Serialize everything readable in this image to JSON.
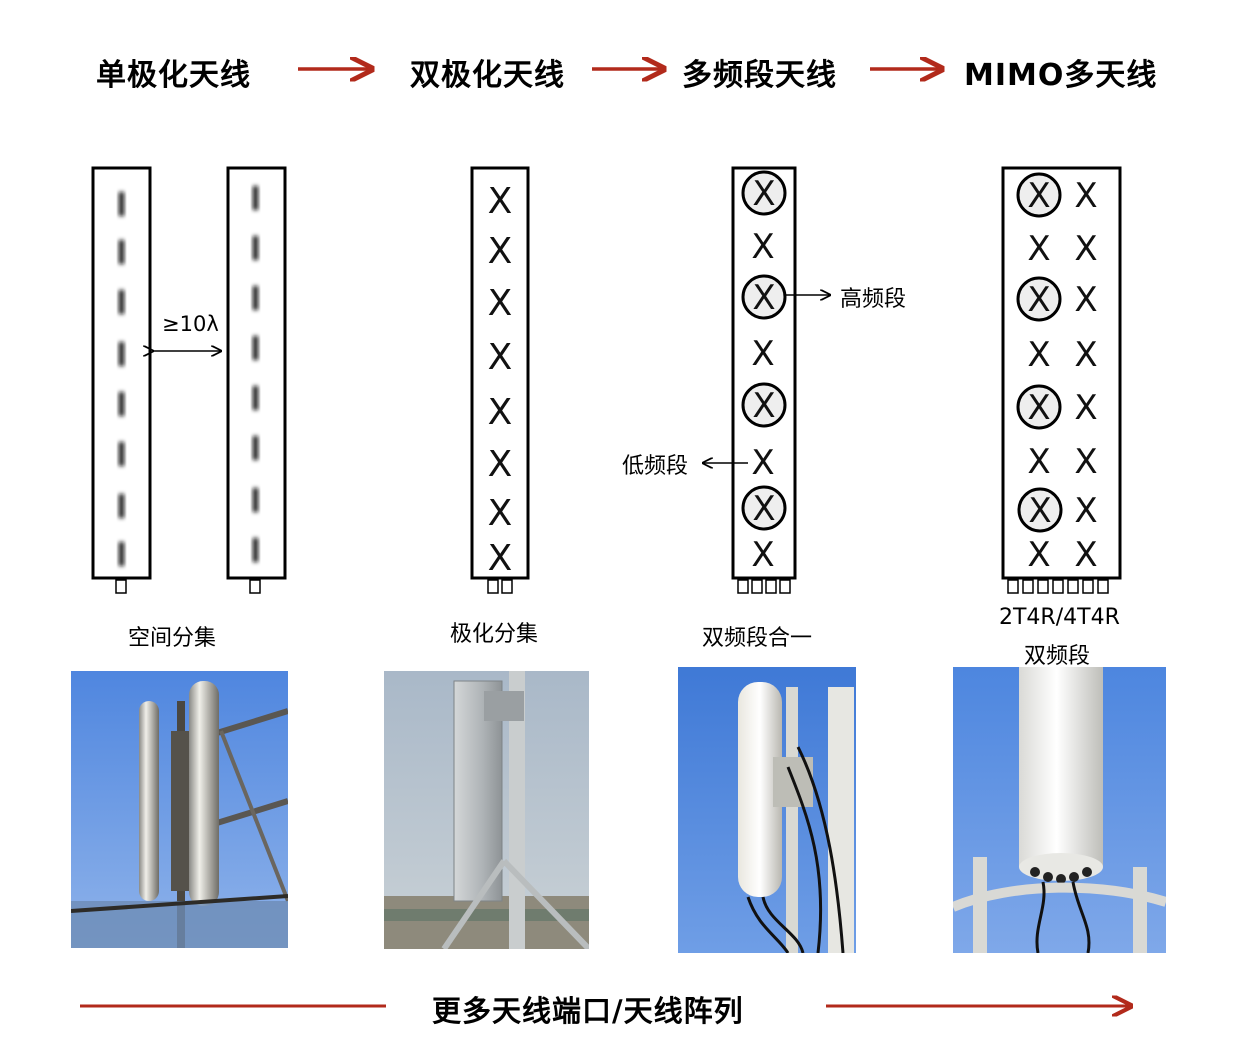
{
  "stages": [
    {
      "title": "单极化天线",
      "caption": "空间分集"
    },
    {
      "title": "双极化天线",
      "caption": "极化分集"
    },
    {
      "title": "多频段天线",
      "caption": "双频段合一"
    },
    {
      "title": "MIMO多天线",
      "caption_line1": "2T4R/4T4R",
      "caption_line2": "双频段"
    }
  ],
  "annotations": {
    "spacing": "≥10λ",
    "high_band": "高频段",
    "low_band": "低频段"
  },
  "footer": {
    "label": "更多天线端口/天线阵列"
  },
  "colors": {
    "arrow": "#b22a1b",
    "sky": "#6d9be0",
    "haze": "#b9c6d3"
  }
}
